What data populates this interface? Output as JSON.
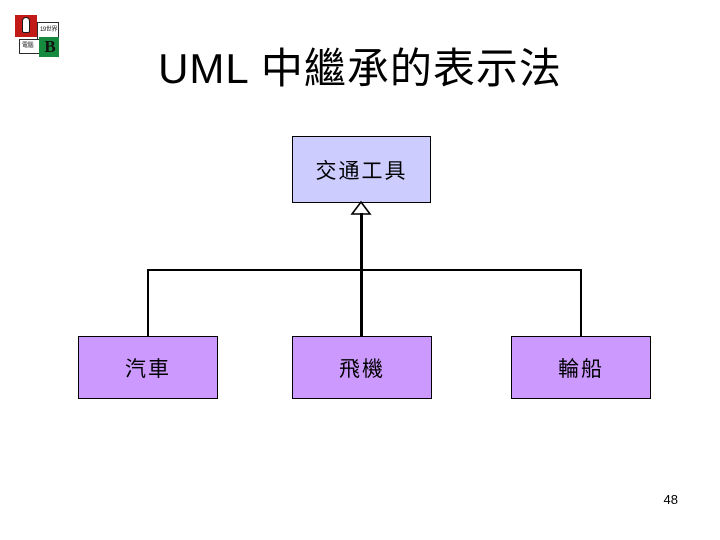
{
  "slide": {
    "title": "UML 中繼承的表示法",
    "page_number": "48",
    "background_color": "#ffffff"
  },
  "logo": {
    "name": "presentation-logo",
    "red_tile_color": "#c21b17",
    "green_tile_color": "#168b3f",
    "letter": "B",
    "micro_text_top": "19世界",
    "micro_text_left": "電腦"
  },
  "diagram": {
    "type": "uml-class-inheritance",
    "parent": {
      "label": "交通工具",
      "fill": "#ccccff",
      "stroke": "#000000"
    },
    "children": [
      {
        "label": "汽車",
        "fill": "#cc99ff",
        "stroke": "#000000"
      },
      {
        "label": "飛機",
        "fill": "#cc99ff",
        "stroke": "#000000"
      },
      {
        "label": "輪船",
        "fill": "#cc99ff",
        "stroke": "#000000"
      }
    ],
    "connector": {
      "style": "hollow-triangle-generalization",
      "line_color": "#000000"
    }
  }
}
